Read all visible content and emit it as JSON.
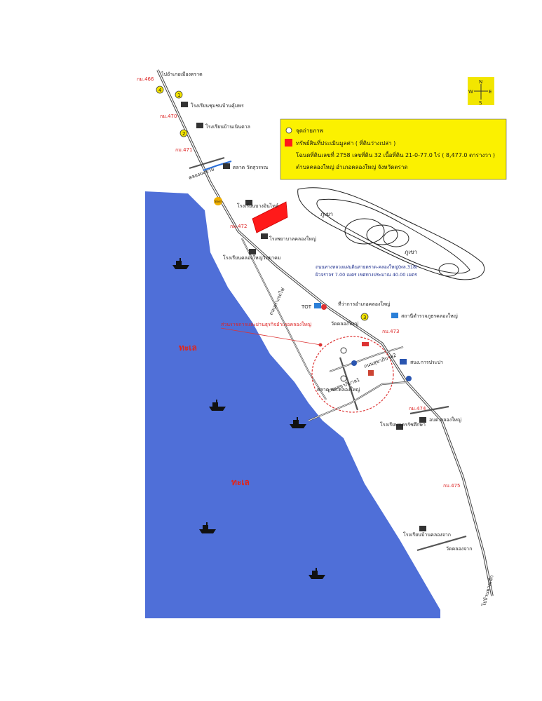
{
  "legend": {
    "photo_point": "จุดถ่ายภาพ",
    "property": "ทรัพย์สินที่ประเมินมูลค่า ( ที่ดินว่างเปล่า )",
    "deed": "โฉนดที่ดินเลขที่ 2758 เลขที่ดิน 32 เนื้อที่ดิน 21-0-77.0 ไร่ ( 8,477.0 ตารางวา )",
    "location": "ตำบลคลองใหญ่ อำเภอคลองใหญ่ จังหวัดตราด",
    "colors": {
      "background": "#fbf100",
      "property": "#ff1a1a"
    }
  },
  "compass": {
    "n": "N",
    "s": "S",
    "e": "E",
    "w": "W",
    "background": "#f2e600"
  },
  "sea": {
    "label_1": "ทะเล",
    "label_2": "ทะเล",
    "color": "#4f6fd8"
  },
  "mountains": {
    "label_1": "ภูเขา",
    "label_2": "ภูเขา"
  },
  "road": {
    "to_trat": "ไปอำเภอเมืองตราด",
    "name": "ถนนทางหลวงแผ่นดินสายตราด-คลองใหญ่(ทล.318)",
    "width_note": "ผิวจราจร 7.00 เมตร เขตทางประมาณ 40.00 เมตร",
    "to_south": "ไปบ้านหาดเล็ก",
    "side_road": "ถนนทางรถไฟ",
    "inner_road_1": "ถนนสุขาภิบาล1",
    "inner_road_2": "ถนนสุขาภิบาล2"
  },
  "km_posts": [
    "กม.466",
    "กม.470",
    "กม.471",
    "กม.472",
    "กม.473",
    "กม.474",
    "กม.475"
  ],
  "photo_points": [
    "4",
    "1",
    "2",
    "3"
  ],
  "labels": {
    "school_1": "โรงเรียนชุมชนบ้านคุ้มพร",
    "school_2": "โรงเรียนบ้านเนินตาล",
    "canal": "คลองมะขาม",
    "market": "ตลาด วัดสุวรรณ",
    "school_3": "โรงเรียนบางอินไทล์",
    "hospital": "โรงพยาบาลคลองใหญ่",
    "school_4": "โรงเรียนคลองใหญ่วิทยาคม",
    "district_office": "ที่ว่าการอำเภอคลองใหญ่",
    "tot": "TOT",
    "temple_1": "วัดคลองใหญ่",
    "police": "สถานีตำรวจภูธรคลองใหญ่",
    "municipality": "ส่วนราชการและย่านธุรกิจอำเภอคลองใหญ่",
    "market_2": "ตลาด ทต.คลองใหญ่",
    "waterworks": "สนง.การประปา",
    "school_5": "โรงเรียนนครรัชศึกษา",
    "sao": "อบต.คลองใหญ่",
    "school_6": "โรงเรียนบ้านคลองจาก",
    "temple_2": "วัดคลองจาก",
    "shell": "Shell"
  }
}
